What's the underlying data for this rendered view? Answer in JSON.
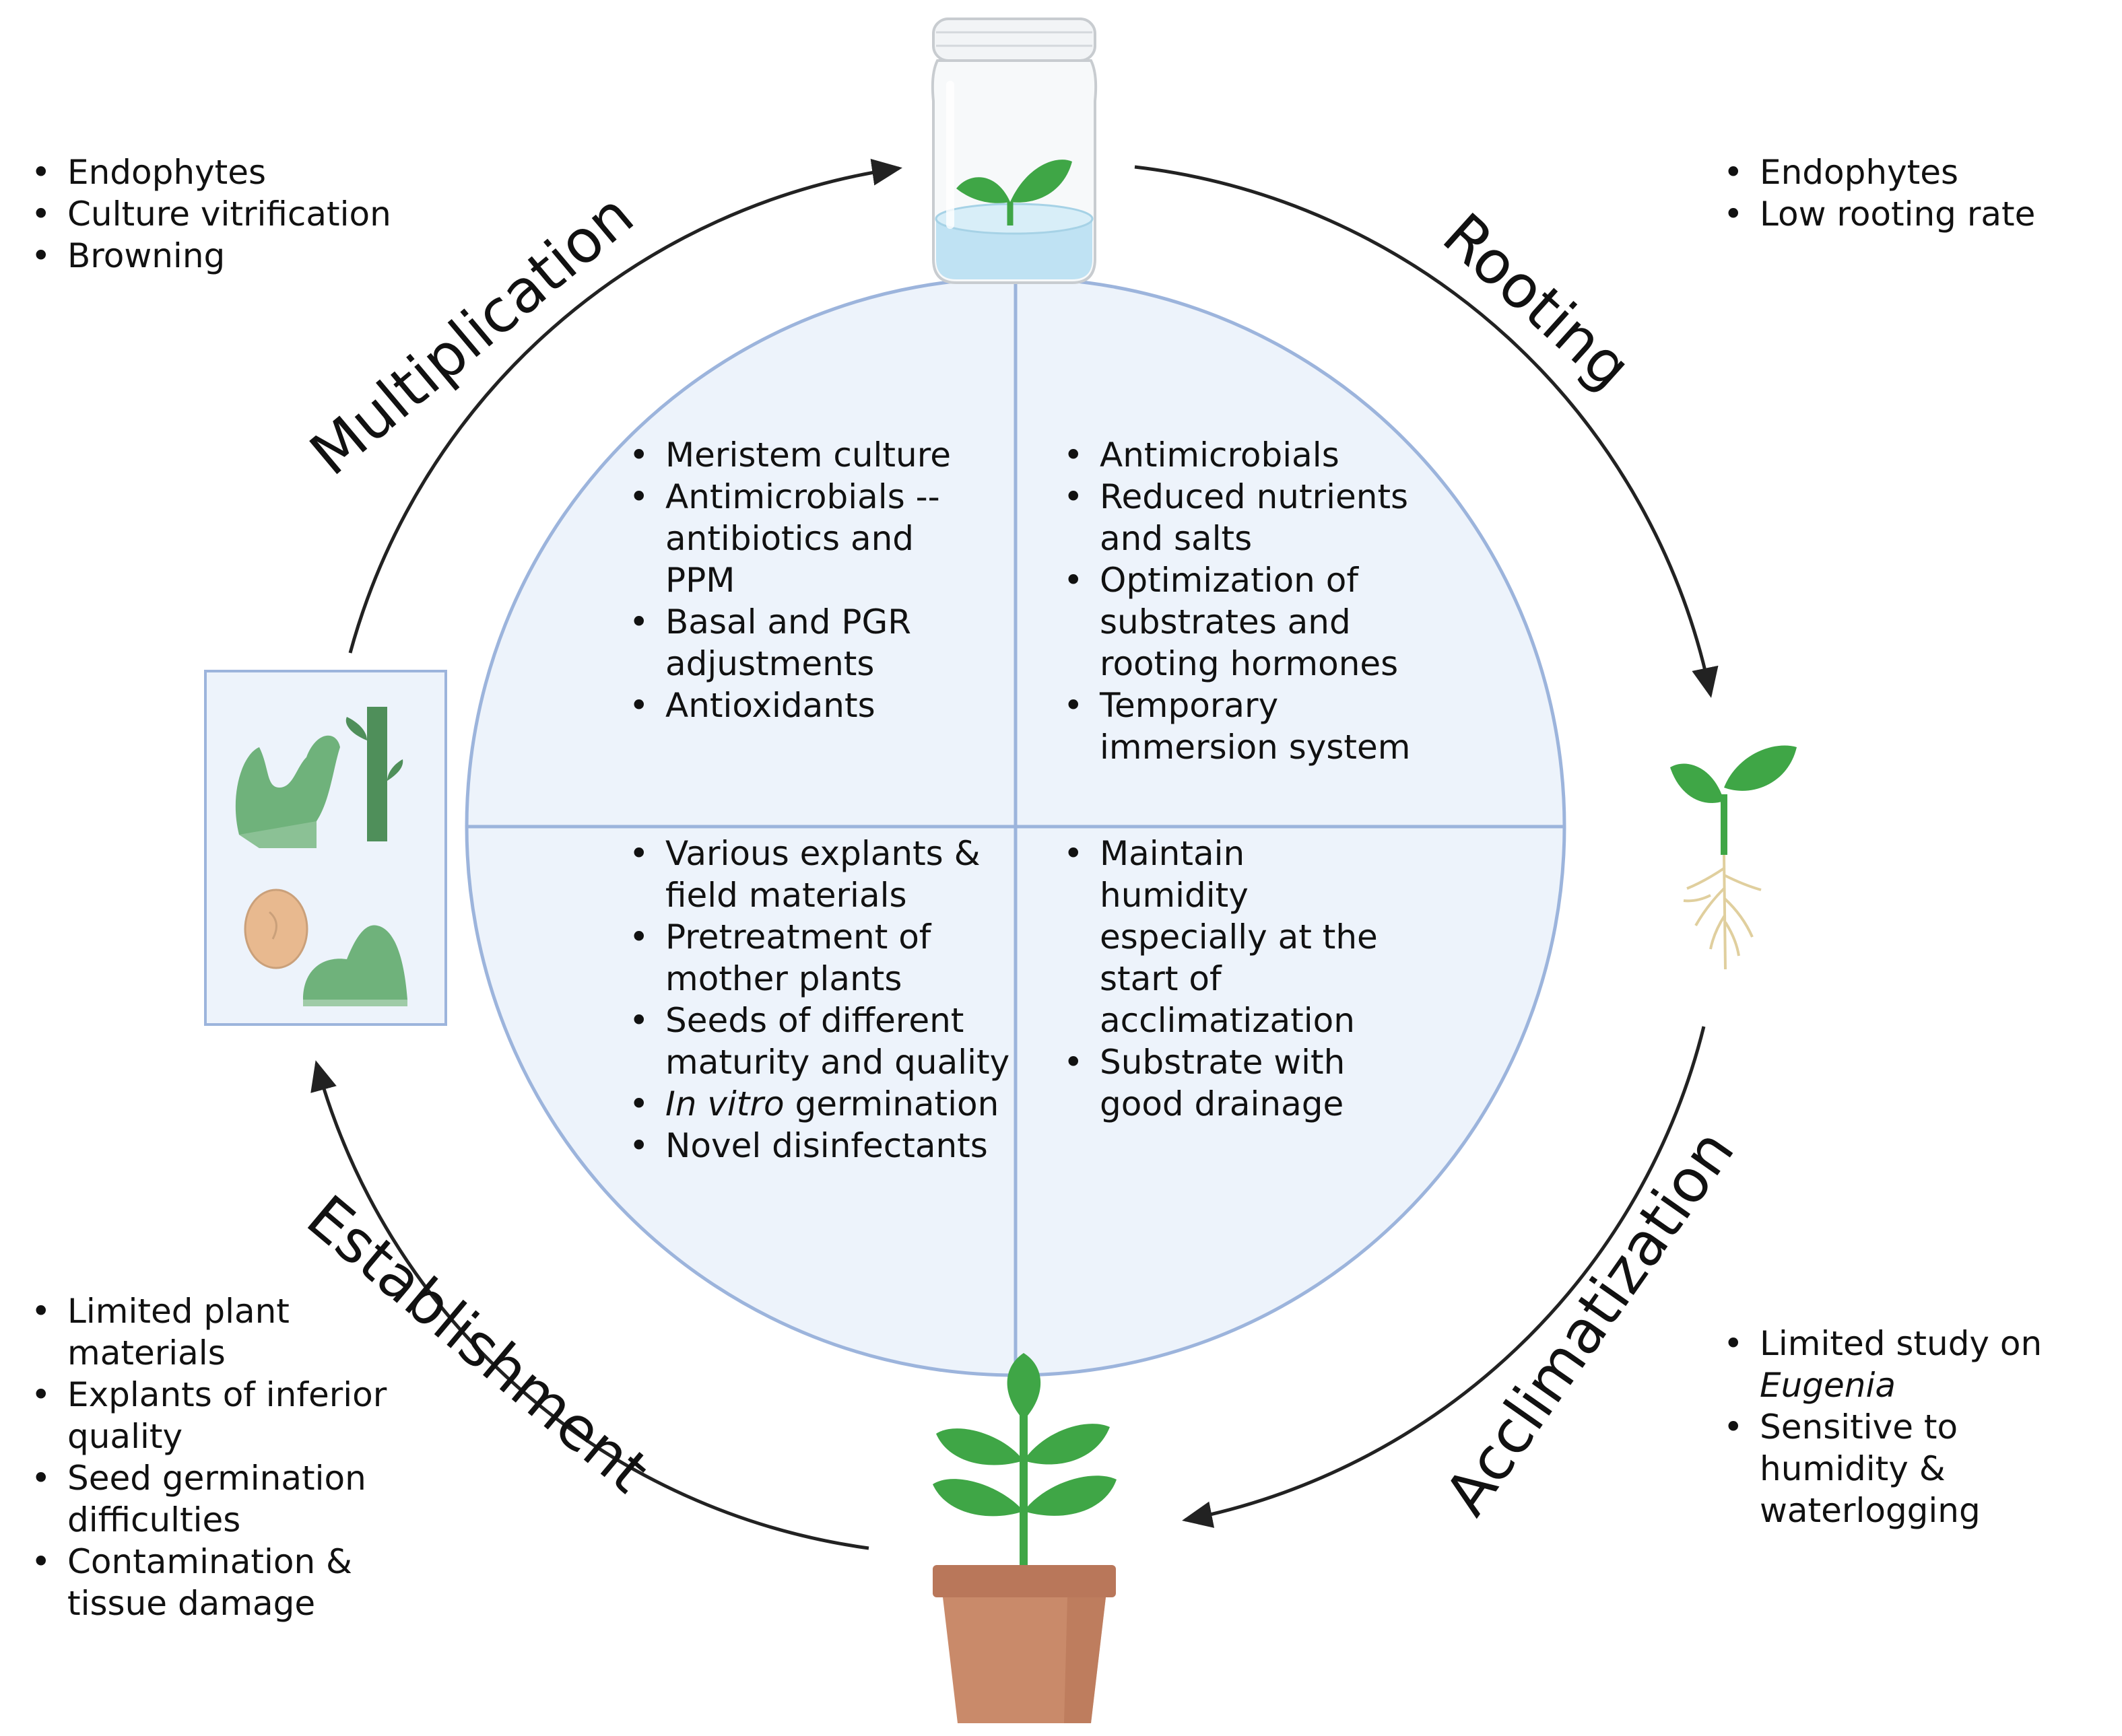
{
  "stages": {
    "multiplication": "Multiplication",
    "rooting": "Rooting",
    "acclimatization": "Acclimatization",
    "establishment": "Establishment"
  },
  "challenges": {
    "multiplication": [
      "Endophytes",
      "Culture vitrification",
      "Browning"
    ],
    "rooting": [
      "Endophytes",
      "Low rooting rate"
    ],
    "acclimatization": [
      {
        "pre": "Limited study on",
        "italic": "Eugenia",
        "post": ""
      },
      {
        "pre": "Sensitive to humidity & waterlogging",
        "italic": "",
        "post": ""
      }
    ],
    "establishment": [
      "Limited plant materials",
      "Explants of inferior quality",
      "Seed germination difficulties",
      "Contamination & tissue damage"
    ]
  },
  "solutions": {
    "multiplication": [
      "Meristem culture",
      "Antimicrobials -- antibiotics and PPM",
      "Basal and PGR adjustments",
      "Antioxidants"
    ],
    "rooting": [
      "Antimicrobials",
      "Reduced nutrients and salts",
      "Optimization of substrates and rooting hormones",
      "Temporary immersion system"
    ],
    "establishment": [
      {
        "pre": "",
        "italic": "",
        "text": "Various explants & field materials"
      },
      {
        "pre": "",
        "italic": "",
        "text": "Pretreatment of mother plants"
      },
      {
        "pre": "",
        "italic": "",
        "text": "Seeds of different maturity and quality"
      },
      {
        "pre": "",
        "italic": "In vitro",
        "text": " germination"
      },
      {
        "pre": "",
        "italic": "",
        "text": "Novel disinfectants"
      }
    ],
    "acclimatization": [
      "Maintain humidity especially at the start of acclimatization",
      "Substrate with good drainage"
    ]
  },
  "colors": {
    "circle_fill": "#edf3fb",
    "circle_stroke": "#9cb4dc",
    "arrow": "#222222",
    "leaf_green": "#3fa646",
    "explant_green": "#6fb27b",
    "pot": "#c98a6a",
    "root": "#e0cf9e",
    "jar_water": "#bfe2f3",
    "seed": "#e8b98f"
  },
  "icons": [
    "jar-with-seedling-icon",
    "rooted-seedling-icon",
    "potted-plant-icon",
    "explant-panel-icon"
  ]
}
